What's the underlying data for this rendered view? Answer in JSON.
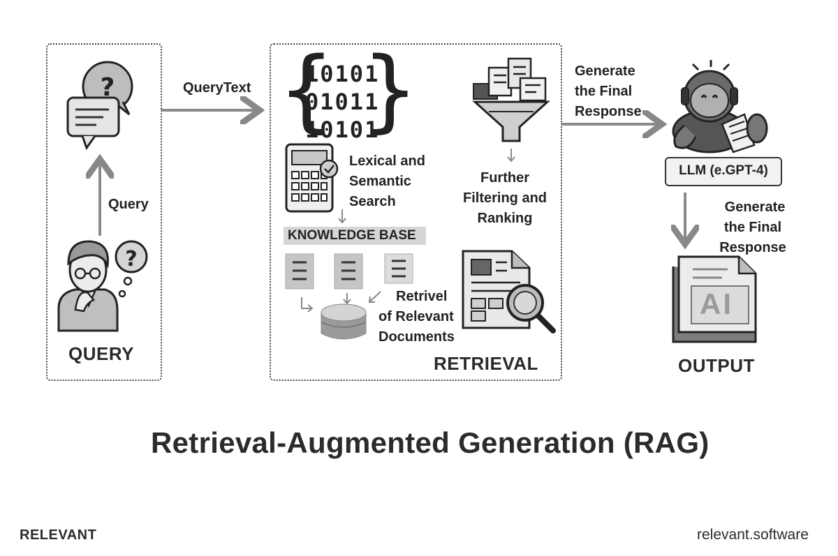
{
  "query": {
    "section_label": "QUERY",
    "arrow_label": "Query",
    "query_text_label": "QueryText"
  },
  "retrieval": {
    "section_label": "RETRIEVAL",
    "binary_lines": [
      "10101",
      "01011",
      "10101"
    ],
    "search_label": [
      "Lexical and",
      "Semantic",
      "Search"
    ],
    "knowledge_base": "KNOWLEDGE BASE",
    "retrieve_label": [
      "Retrivel",
      "of Relevant",
      "Documents"
    ],
    "filter_label": [
      "Further",
      "Filtering and",
      "Ranking"
    ]
  },
  "generate_top": [
    "Generate",
    "the Final",
    "Response"
  ],
  "llm_label": "LLM (e.GPT-4)",
  "generate_bottom": [
    "Generate",
    "the Final",
    "Response"
  ],
  "output": {
    "section_label": "OUTPUT",
    "doc_text": "AI"
  },
  "title": "Retrieval-Augmented Generation (RAG)",
  "footer": {
    "brand": "RELEVANT",
    "site": "relevant.software"
  }
}
